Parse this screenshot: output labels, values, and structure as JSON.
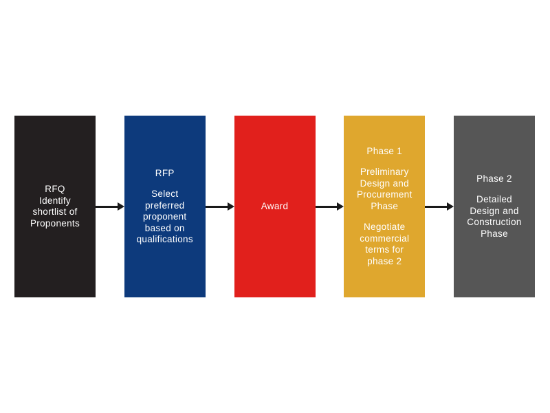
{
  "diagram": {
    "background_color": "#ffffff",
    "arrow_color": "#1a1a1a",
    "text_color": "#ffffff",
    "boxes": [
      {
        "id": "rfq",
        "color": "#231f20",
        "paragraphs": [
          {
            "lines": [
              "RFQ",
              "Identify",
              "shortlist of",
              "Proponents"
            ]
          }
        ]
      },
      {
        "id": "rfp",
        "color": "#0d3a7c",
        "paragraphs": [
          {
            "lines": [
              "RFP"
            ]
          },
          {
            "lines": [
              "Select",
              "preferred",
              "proponent",
              "based on",
              "qualifications"
            ]
          }
        ]
      },
      {
        "id": "award",
        "color": "#e1201c",
        "paragraphs": [
          {
            "lines": [
              "Award"
            ]
          }
        ]
      },
      {
        "id": "phase-1",
        "color": "#dfa72e",
        "paragraphs": [
          {
            "lines": [
              "Phase 1"
            ]
          },
          {
            "lines": [
              "Preliminary",
              "Design and",
              "Procurement",
              "Phase"
            ]
          },
          {
            "lines": [
              "Negotiate",
              "commercial",
              "terms for",
              "phase 2"
            ]
          }
        ]
      },
      {
        "id": "phase-2",
        "color": "#565656",
        "paragraphs": [
          {
            "lines": [
              "Phase 2"
            ]
          },
          {
            "lines": [
              "Detailed",
              "Design and",
              "Construction",
              "Phase"
            ]
          }
        ]
      }
    ]
  }
}
